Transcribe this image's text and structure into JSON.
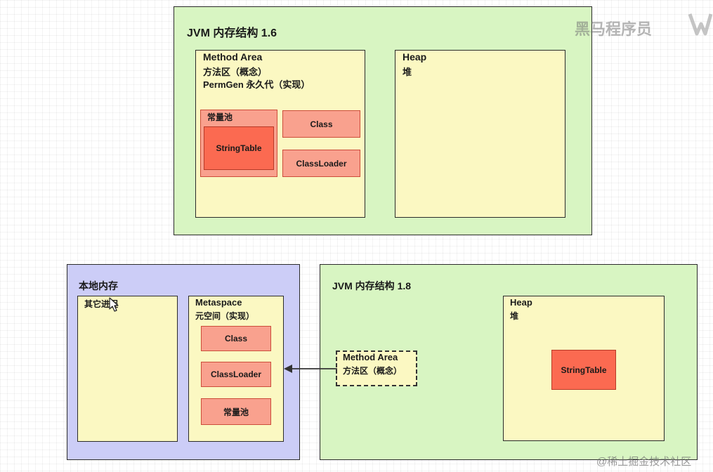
{
  "top": {
    "title": "JVM 内存结构 1.6",
    "method_area": {
      "title": "Method Area",
      "line1": "方法区（概念）",
      "line2": "PermGen 永久代（实现）",
      "constant_pool": "常量池",
      "string_table": "StringTable",
      "class": "Class",
      "classloader": "ClassLoader"
    },
    "heap": {
      "title": "Heap",
      "subtitle": "堆"
    }
  },
  "native": {
    "title": "本地内存",
    "other_process": "其它进程",
    "metaspace": {
      "title": "Metaspace",
      "subtitle": "元空间（实现）",
      "class": "Class",
      "classloader": "ClassLoader",
      "constant_pool": "常量池"
    }
  },
  "bottom": {
    "title": "JVM 内存结构 1.8",
    "method_area": {
      "title": "Method Area",
      "subtitle": "方法区（概念）"
    },
    "heap": {
      "title": "Heap",
      "subtitle": "堆",
      "string_table": "StringTable"
    }
  },
  "watermarks": {
    "top_right": "黑马程序员",
    "bottom_right": "@稀土掘金技术社区"
  }
}
